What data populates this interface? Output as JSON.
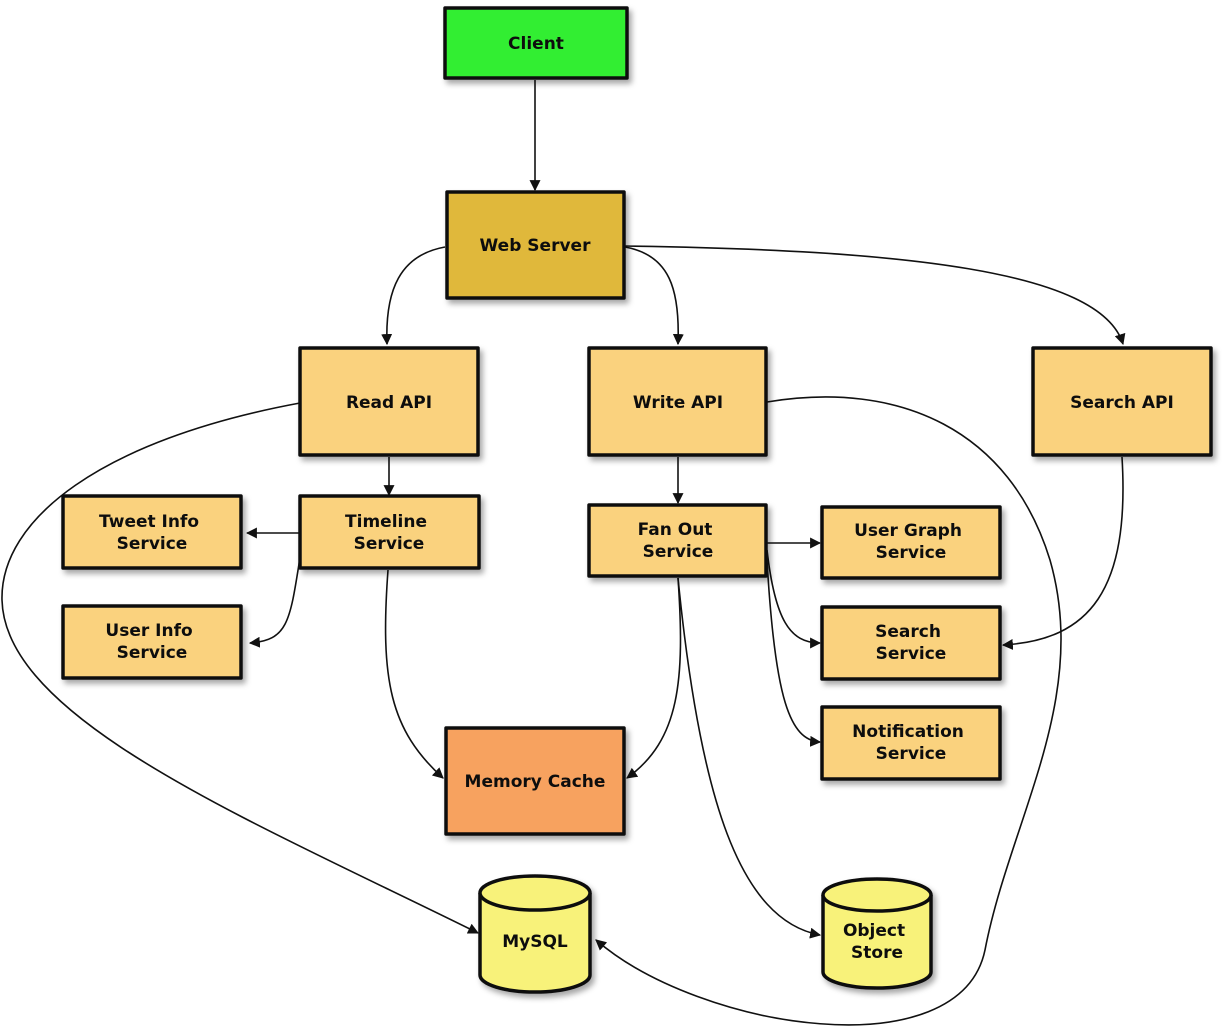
{
  "nodes": {
    "client": {
      "label": [
        "Client"
      ],
      "color": "#33ee33"
    },
    "web_server": {
      "label": [
        "Web Server"
      ],
      "color": "#e0b83a"
    },
    "read_api": {
      "label": [
        "Read API"
      ],
      "color": "#fad27e"
    },
    "write_api": {
      "label": [
        "Write API"
      ],
      "color": "#fad27e"
    },
    "search_api": {
      "label": [
        "Search API"
      ],
      "color": "#fad27e"
    },
    "tweet_info_service": {
      "label": [
        "Tweet Info",
        "Service"
      ],
      "color": "#fad27e"
    },
    "timeline_service": {
      "label": [
        "Timeline",
        "Service"
      ],
      "color": "#fad27e"
    },
    "user_info_service": {
      "label": [
        "User Info",
        "Service"
      ],
      "color": "#fad27e"
    },
    "fan_out_service": {
      "label": [
        "Fan Out",
        "Service"
      ],
      "color": "#fad27e"
    },
    "user_graph_service": {
      "label": [
        "User Graph",
        "Service"
      ],
      "color": "#fad27e"
    },
    "search_service": {
      "label": [
        "Search",
        "Service"
      ],
      "color": "#fad27e"
    },
    "notification_service": {
      "label": [
        "Notification",
        "Service"
      ],
      "color": "#fad27e"
    },
    "memory_cache": {
      "label": [
        "Memory Cache"
      ],
      "color": "#f7a25e"
    },
    "mysql": {
      "label": [
        "MySQL"
      ],
      "color": "#f8f27a"
    },
    "object_store": {
      "label": [
        "Object",
        "Store"
      ],
      "color": "#f8f27a"
    }
  },
  "edges": [
    {
      "from": "client",
      "to": "web_server"
    },
    {
      "from": "web_server",
      "to": "read_api"
    },
    {
      "from": "web_server",
      "to": "write_api"
    },
    {
      "from": "web_server",
      "to": "search_api"
    },
    {
      "from": "read_api",
      "to": "timeline_service"
    },
    {
      "from": "read_api",
      "to": "mysql"
    },
    {
      "from": "timeline_service",
      "to": "tweet_info_service"
    },
    {
      "from": "timeline_service",
      "to": "user_info_service"
    },
    {
      "from": "timeline_service",
      "to": "memory_cache"
    },
    {
      "from": "write_api",
      "to": "fan_out_service"
    },
    {
      "from": "write_api",
      "to": "mysql"
    },
    {
      "from": "fan_out_service",
      "to": "user_graph_service"
    },
    {
      "from": "fan_out_service",
      "to": "search_service"
    },
    {
      "from": "fan_out_service",
      "to": "notification_service"
    },
    {
      "from": "fan_out_service",
      "to": "memory_cache"
    },
    {
      "from": "fan_out_service",
      "to": "object_store"
    },
    {
      "from": "search_api",
      "to": "search_service"
    }
  ]
}
